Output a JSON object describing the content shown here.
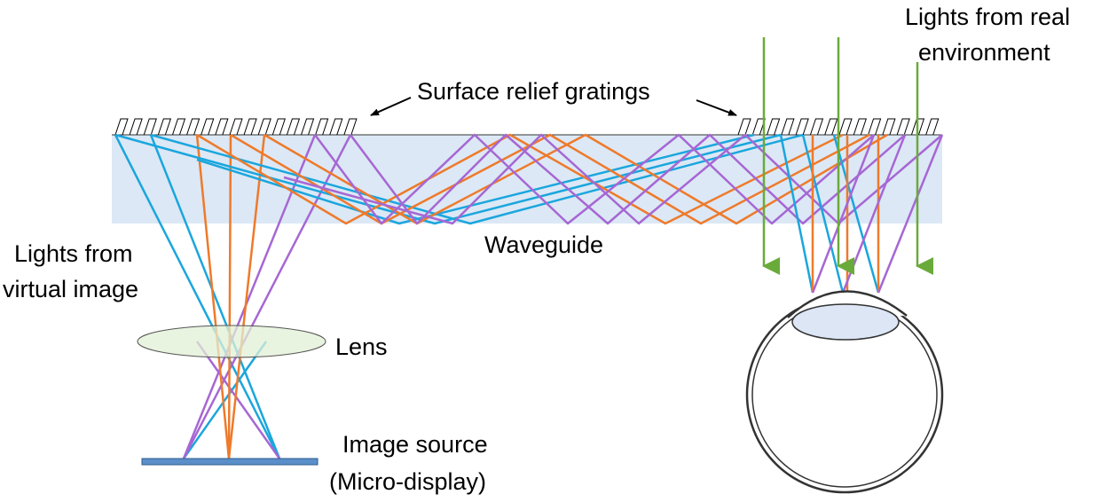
{
  "labels": {
    "gratings": "Surface relief gratings",
    "waveguide": "Waveguide",
    "virtual_line1": "Lights from",
    "virtual_line2": "virtual image",
    "lens": "Lens",
    "source_line1": "Image source",
    "source_line2": "(Micro-display)",
    "real_line1": "Lights from real",
    "real_line2": "environment"
  },
  "colors": {
    "waveguide_fill": "#dce8f5",
    "ray_blue": "#1aa6dd",
    "ray_orange": "#ee7a2b",
    "ray_purple": "#a667d4",
    "ray_green": "#6aaa3a",
    "lens_fill": "#e2f0d5",
    "micro_display": "#5b8fc9",
    "eye_lens_fill": "#dce6f5"
  }
}
